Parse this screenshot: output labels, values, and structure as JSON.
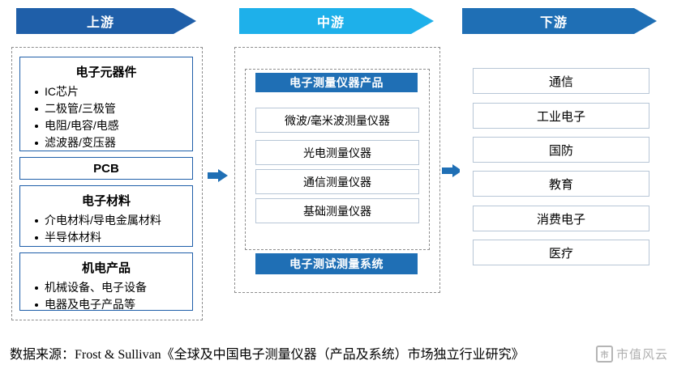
{
  "columns": {
    "upstream": {
      "banner": "上游",
      "banner_color": "#1f5fa9"
    },
    "midstream": {
      "banner": "中游",
      "banner_color": "#1eb0ea"
    },
    "downstream": {
      "banner": "下游",
      "banner_color": "#1f6fb5"
    }
  },
  "upstream": {
    "cards": [
      {
        "title": "电子元器件",
        "items": [
          "IC芯片",
          "二极管/三极管",
          "电阻/电容/电感",
          "滤波器/变压器"
        ]
      },
      {
        "title": "PCB",
        "items": []
      },
      {
        "title": "电子材料",
        "items": [
          "介电材料/导电金属材料",
          "半导体材料"
        ]
      },
      {
        "title": "机电产品",
        "items": [
          "机械设备、电子设备",
          "电器及电子产品等"
        ]
      }
    ]
  },
  "midstream": {
    "product_header": "电子测量仪器产品",
    "products": [
      "微波/毫米波测量仪器",
      "光电测量仪器",
      "通信测量仪器",
      "基础测量仪器"
    ],
    "system_header": "电子测试测量系统"
  },
  "downstream": {
    "items": [
      "通信",
      "工业电子",
      "国防",
      "教育",
      "消费电子",
      "医疗"
    ]
  },
  "connectors": [
    {
      "name": "arrow-upstream-to-midstream"
    },
    {
      "name": "arrow-midstream-to-downstream"
    }
  ],
  "source": "数据来源：Frost & Sullivan《全球及中国电子测量仪器（产品及系统）市场独立行业研究》",
  "watermark": {
    "logo_char": "市",
    "text": "市值风云"
  }
}
